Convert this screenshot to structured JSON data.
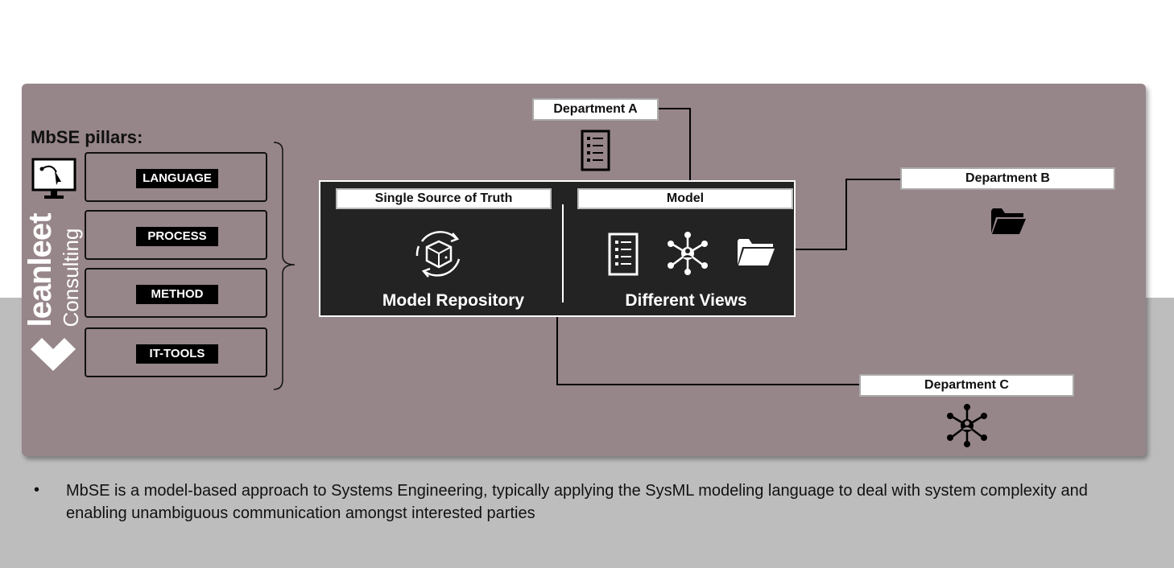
{
  "pillars": {
    "title": "MbSE pillars:",
    "items": [
      "LANGUAGE",
      "PROCESS",
      "METHOD",
      "IT-TOOLS"
    ]
  },
  "logo": {
    "name": "leanleet",
    "subtitle": "Consulting"
  },
  "central": {
    "left_header": "Single Source of Truth",
    "left_label": "Model Repository",
    "right_header": "Model",
    "right_label": "Different Views"
  },
  "departments": {
    "a": "Department A",
    "b": "Department B",
    "c": "Department C"
  },
  "bullet": "MbSE is a model-based approach to Systems Engineering, typically applying the SysML modeling language to deal with system complexity and enabling unambiguous communication amongst interested parties",
  "colors": {
    "panel": "#968589",
    "central": "#232323",
    "background_band": "#bdbdbd"
  },
  "icons": [
    "monitor-pen-icon",
    "package-sync-icon",
    "list-document-icon",
    "network-hub-icon",
    "open-folder-icon"
  ]
}
